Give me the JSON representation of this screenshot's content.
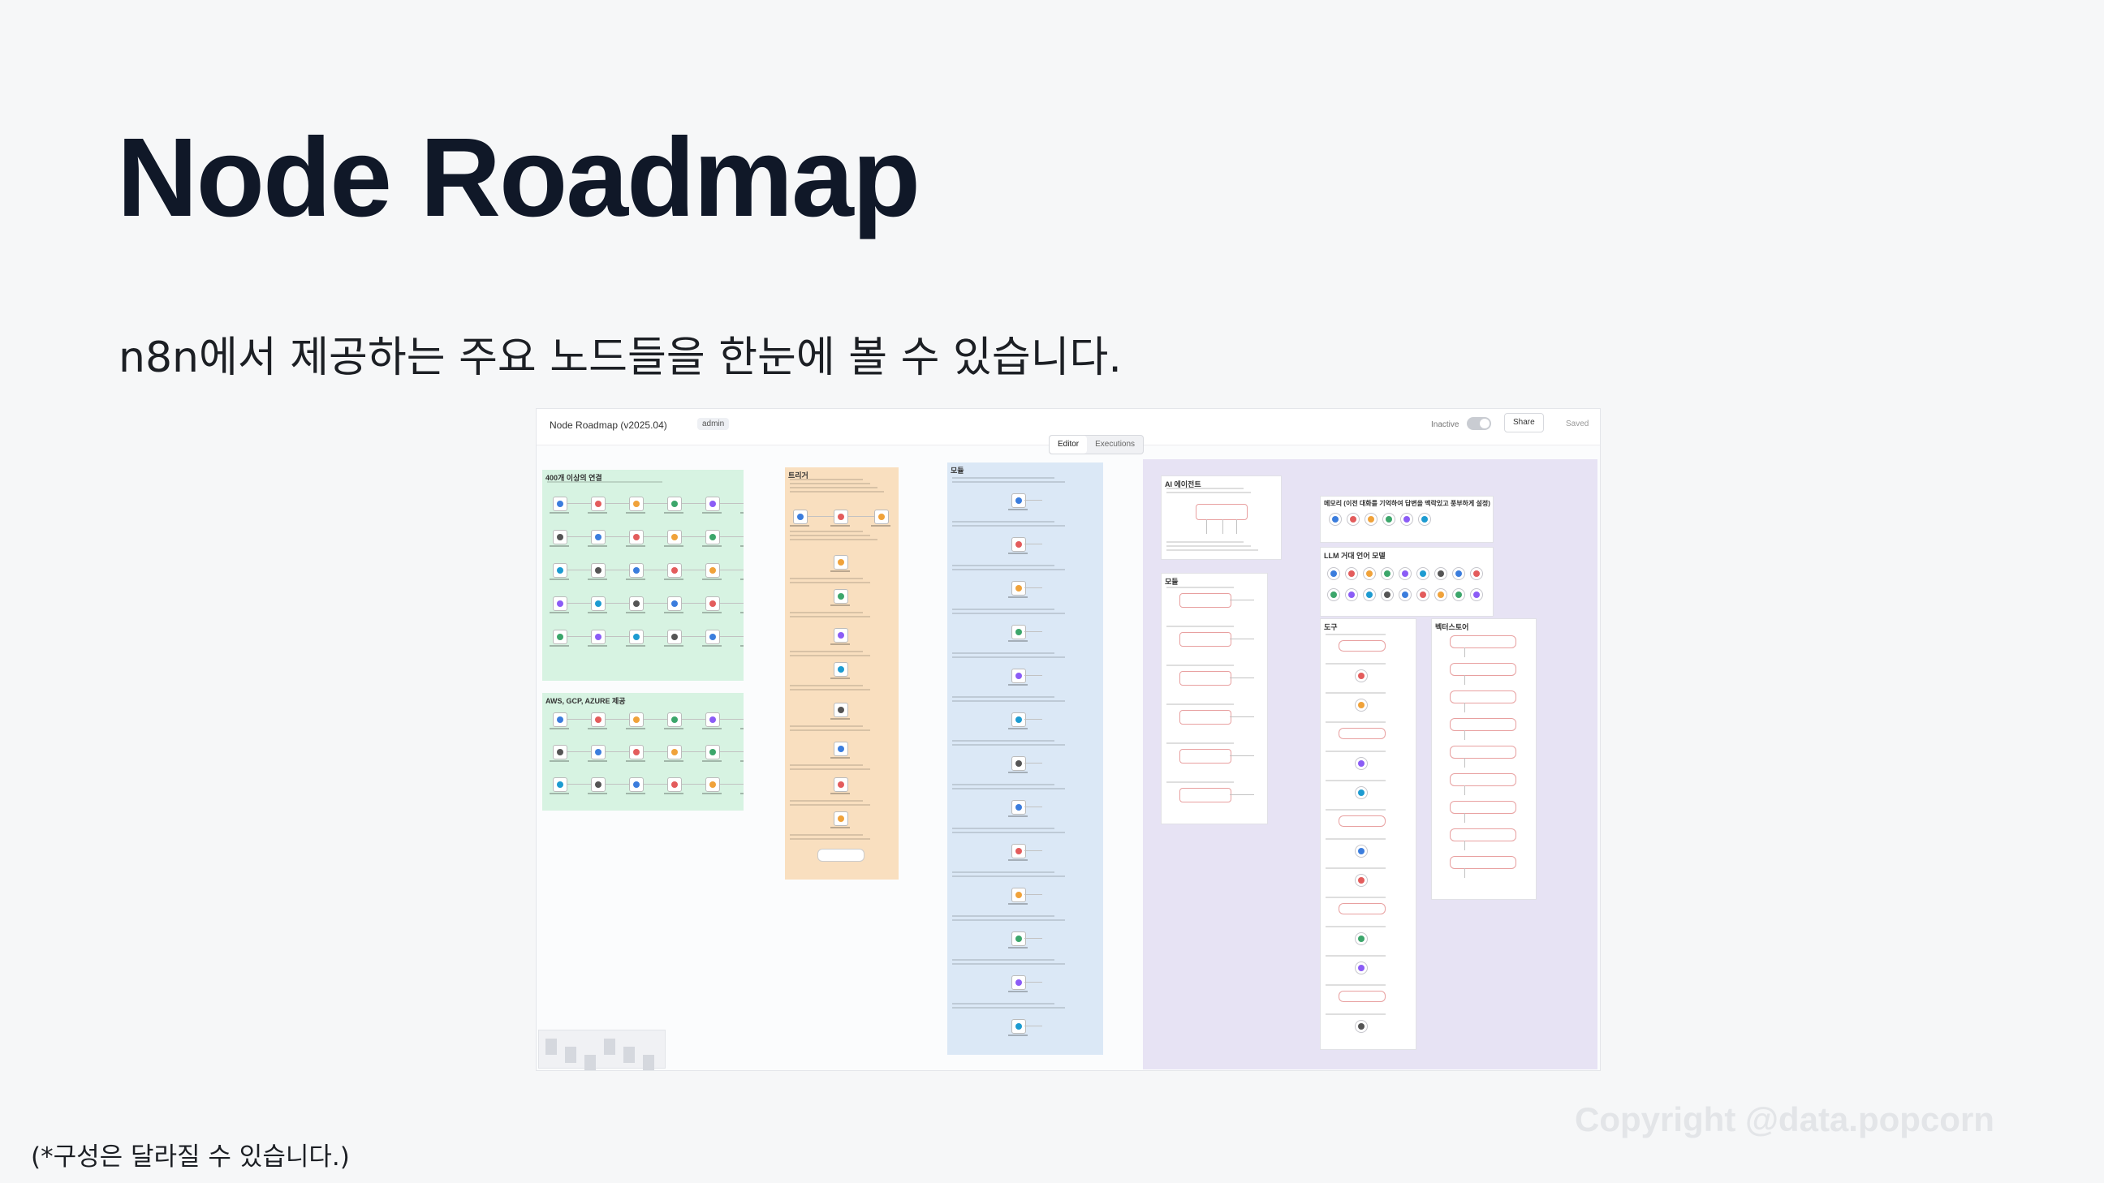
{
  "slide": {
    "title": "Node Roadmap",
    "subtitle": "n8n에서 제공하는 주요 노드들을 한눈에 볼 수 있습니다.",
    "footnote": "(*구성은 달라질 수 있습니다.)",
    "copyright": "Copyright  @data.popcorn"
  },
  "screenshot": {
    "workflow_name": "Node Roadmap (v2025.04)",
    "tag": "admin",
    "status_label": "Inactive",
    "share_label": "Share",
    "save_state": "Saved",
    "tabs": [
      "Editor",
      "Executions"
    ],
    "sticky_titles": {
      "integrations": "400개 이상의 연결",
      "cloud": "AWS, GCP, AZURE 제공",
      "triggers": "트리거",
      "modules": "모듈",
      "ai_agent": "AI 에이전트",
      "ai_modules": "모듈",
      "memory": "메모리 (이전 대화를 기억하여 답변을 맥락있고 풍부하게 설정)",
      "llm": "LLM 거대 언어 모델",
      "tools": "도구",
      "vector": "벡터스토어"
    }
  },
  "colors": {
    "integrations_bg": "#d7f3e2",
    "triggers_bg": "#f9dfbf",
    "modules_bg": "#dbe8f6",
    "ai_bg": "#e7e3f4",
    "accent_red": "#e35c5c"
  }
}
